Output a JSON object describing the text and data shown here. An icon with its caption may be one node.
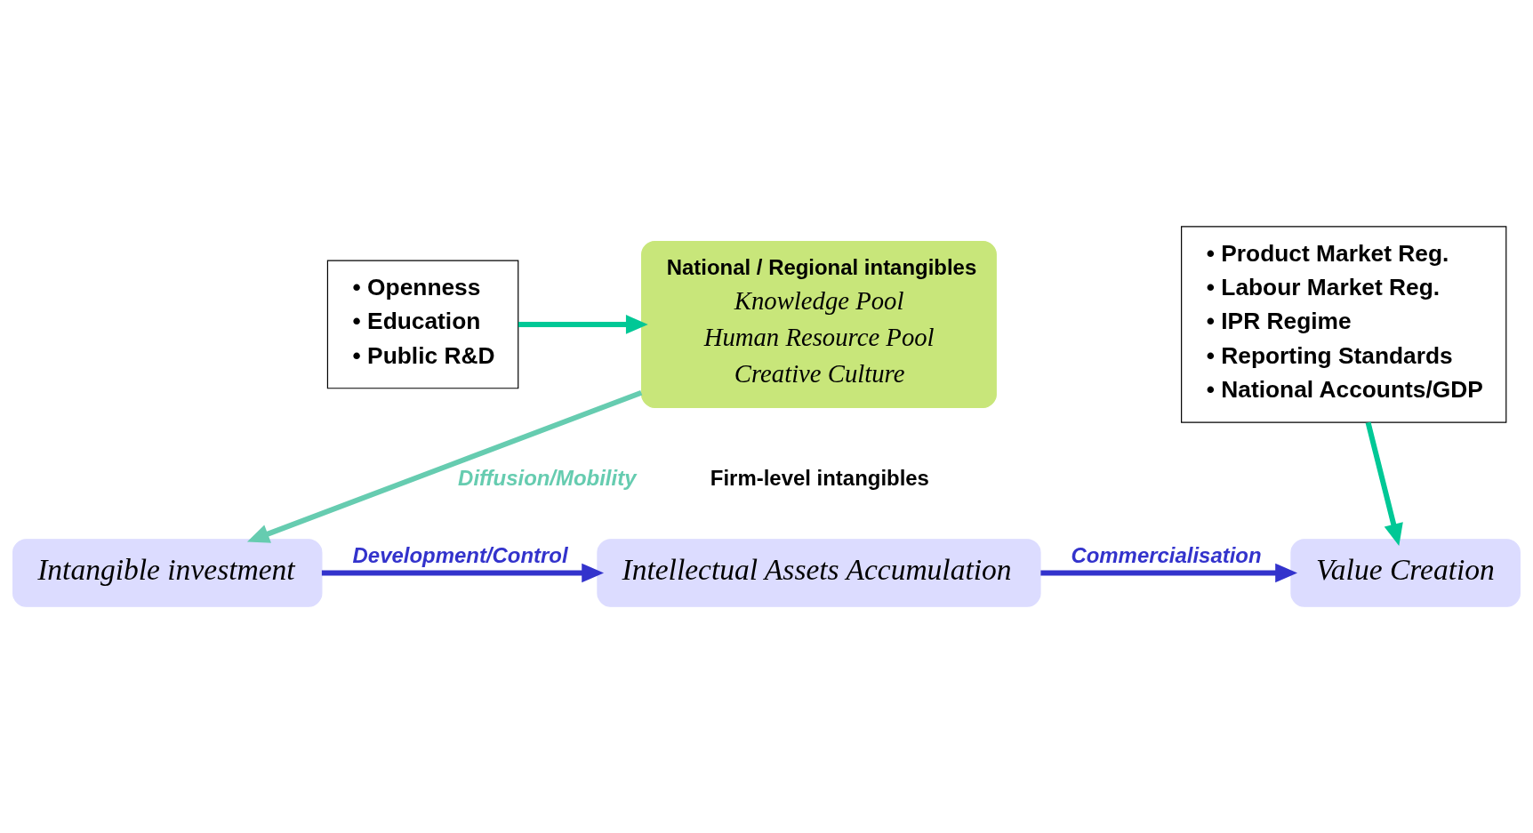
{
  "diagram": {
    "nodes": [
      {
        "text": [
          "• Openness",
          "• Education",
          "• Public R&D"
        ]
      },
      {
        "text": [
          "National / Regional intangibles",
          "Knowledge Pool",
          "Human Resource Pool",
          "Creative Culture"
        ]
      },
      {
        "text": [
          "• Product Market Reg.",
          "• Labour Market Reg.",
          "• IPR Regime",
          "• Reporting Standards",
          "• National Accounts/GDP"
        ]
      },
      {
        "text": [
          "Intangible investment"
        ]
      },
      {
        "text": [
          "Intellectual Assets Accumulation"
        ]
      },
      {
        "text": [
          "Value Creation"
        ]
      }
    ],
    "edges": [
      {
        "from": 0,
        "to": 1,
        "arrow": "to",
        "color": "#00c896"
      },
      {
        "from": 1,
        "to": 3,
        "arrow": "to",
        "label": "Diffusion/Mobility",
        "color": "#66ccb0"
      },
      {
        "from": 2,
        "to": 5,
        "arrow": "to",
        "color": "#00c896"
      },
      {
        "from": 3,
        "to": 4,
        "arrow": "to",
        "label": "Development/Control",
        "color": "#3333cc"
      },
      {
        "from": 4,
        "to": 5,
        "arrow": "to",
        "label": "Commercialisation",
        "color": "#3333cc"
      }
    ],
    "labels": [
      "Firm-level intangibles"
    ]
  }
}
